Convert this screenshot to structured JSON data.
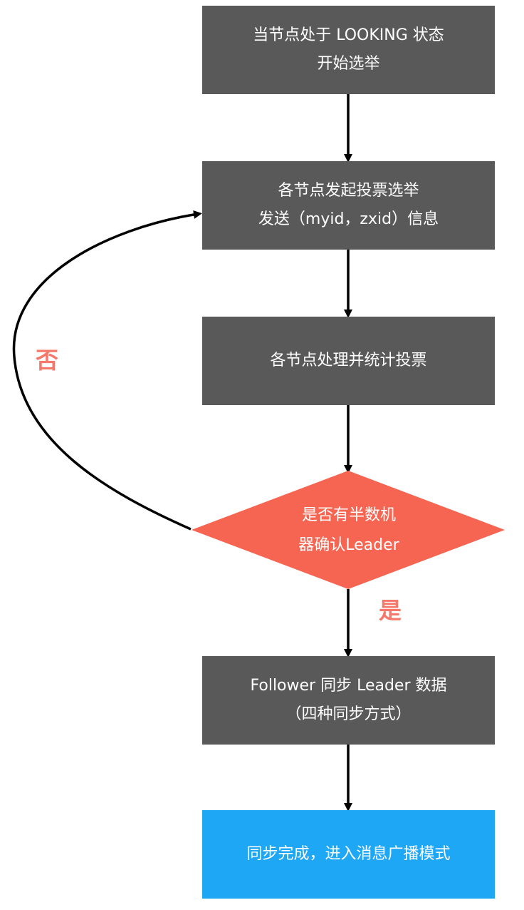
{
  "nodes": {
    "start": {
      "line1": "当节点处于 LOOKING 状态",
      "line2": "开始选举"
    },
    "send_vote": {
      "line1": "各节点发起投票选举",
      "line2": "发送（myid，zxid）信息"
    },
    "count_vote": {
      "line1": "各节点处理并统计投票"
    },
    "decision": {
      "line1": "是否有半数机",
      "line2": "器确认Leader"
    },
    "sync": {
      "line1": "Follower 同步 Leader 数据",
      "line2": "（四种同步方式）"
    },
    "done": {
      "line1": "同步完成，进入消息广播模式"
    }
  },
  "edges": {
    "no_label": "否",
    "yes_label": "是"
  },
  "colors": {
    "process_box": "#595959",
    "decision_diamond": "#f66452",
    "final_box": "#1ea7f5",
    "edge_label": "#f5786a",
    "arrow": "#000000"
  }
}
